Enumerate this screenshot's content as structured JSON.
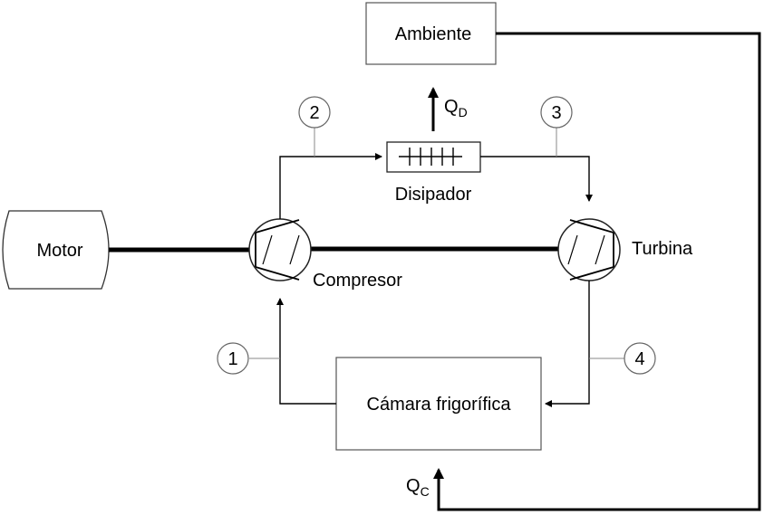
{
  "nodes": {
    "ambiente": "Ambiente",
    "motor": "Motor",
    "compresor": "Compresor",
    "turbina": "Turbina",
    "disipador": "Disipador",
    "camara": "Cámara frigorífica"
  },
  "states": [
    "1",
    "2",
    "3",
    "4"
  ],
  "heat": {
    "qd_base": "Q",
    "qd_sub": "D",
    "qc_base": "Q",
    "qc_sub": "C"
  }
}
